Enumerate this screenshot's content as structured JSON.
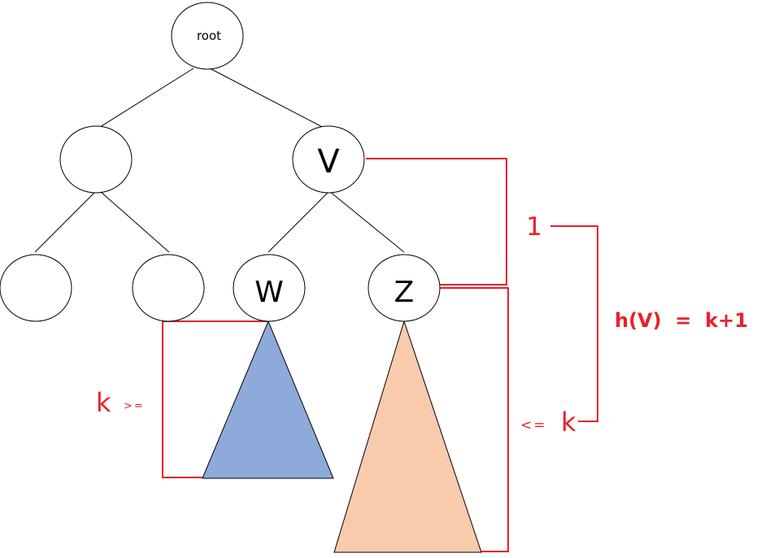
{
  "nodes": {
    "root": "root",
    "v": "V",
    "w": "W",
    "z": "Z",
    "left": "",
    "left_left": "",
    "left_right": ""
  },
  "annotations": {
    "one": "1",
    "le_k_op": "<=",
    "le_k_var": "k",
    "k_var": "k",
    "ge_op": ">=",
    "height_formula": "h(V)  =  k+1"
  },
  "colors": {
    "edge": "#000000",
    "bracket": "#e8222a",
    "w_subtree": "#8eaadb",
    "z_subtree": "#f8cbad",
    "node_fill": "#ffffff"
  }
}
